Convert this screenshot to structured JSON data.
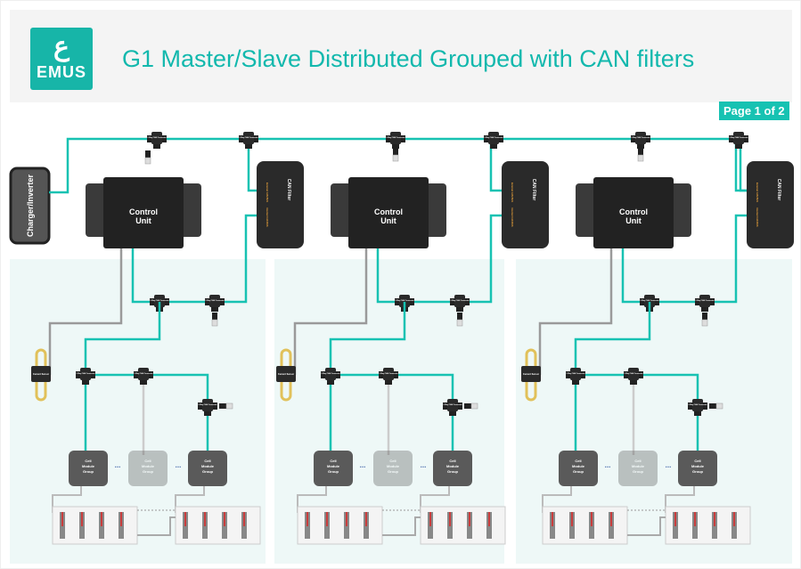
{
  "header": {
    "logo_text": "EMUS",
    "title": "G1 Master/Slave Distributed Grouped with CAN filters",
    "page": "Page 1 of 2"
  },
  "labels": {
    "charger": "Charger/Inverter",
    "control_unit_line1": "Control",
    "control_unit_line2": "Unit",
    "can_filter": "CAN Filter",
    "external_can": "External CAN BUS",
    "internal_can": "Internal CAN BUS",
    "connector": "3 Way CAN Connector",
    "current_sensor": "Current Sensor",
    "cell_module_line1": "Cell",
    "cell_module_line2": "Module",
    "cell_module_line3": "Group",
    "ellipsis": "..."
  },
  "colors": {
    "can": "#17c2b2",
    "gray": "#9a9a9a",
    "device": "#2b2b2b",
    "panel": "#eef8f7",
    "accent": "#12b8ad"
  },
  "groups": 3
}
